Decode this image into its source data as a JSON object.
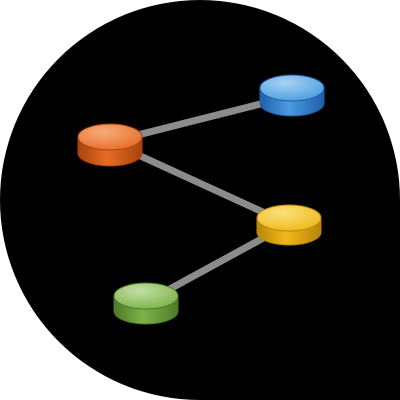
{
  "icon": {
    "name": "network-nodes-icon",
    "background_color": "#000000",
    "connector_color": "#8c8c8c",
    "nodes": [
      {
        "name": "blue-node",
        "color_light": "#a9d3f3",
        "color_mid": "#4b9be0",
        "color_dark": "#1d5fa8"
      },
      {
        "name": "orange-node",
        "color_light": "#f5ad7a",
        "color_mid": "#e86c25",
        "color_dark": "#a9420e"
      },
      {
        "name": "yellow-node",
        "color_light": "#fbe07c",
        "color_mid": "#efb81a",
        "color_dark": "#b9860a"
      },
      {
        "name": "green-node",
        "color_light": "#c3e0a4",
        "color_mid": "#7db24a",
        "color_dark": "#4e7a27"
      }
    ]
  }
}
